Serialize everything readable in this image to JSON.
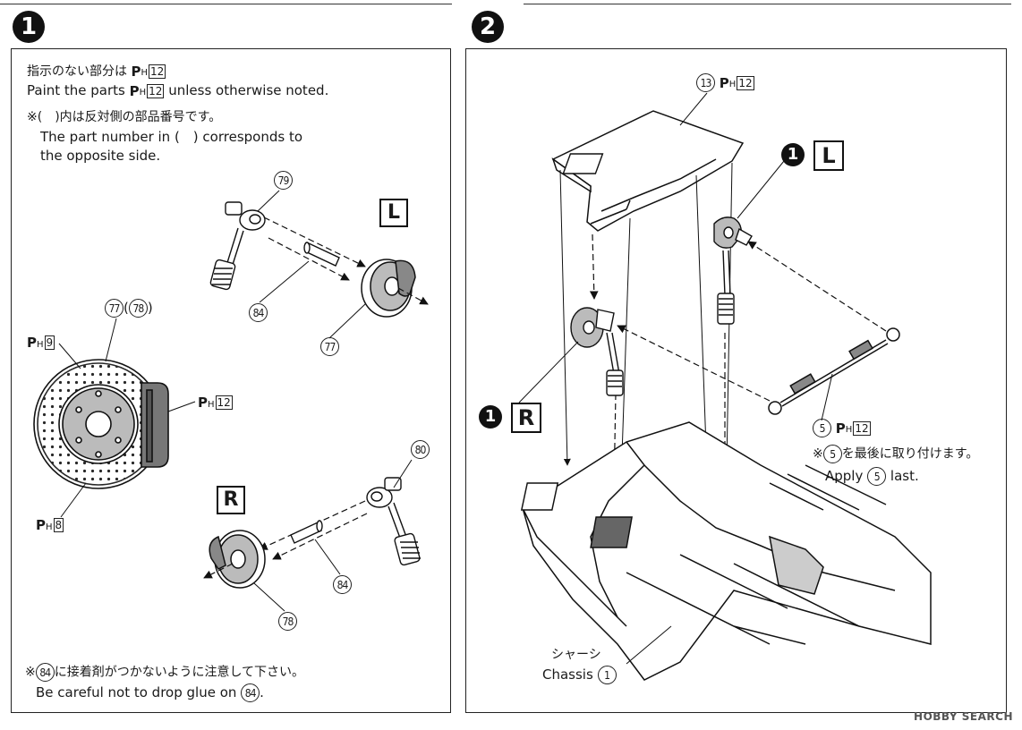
{
  "steps": {
    "step1": {
      "number": "1"
    },
    "step2": {
      "number": "2"
    }
  },
  "step1_panel": {
    "paint_note_jp": "指示のない部分は",
    "paint_note_en_a": "Paint the parts",
    "paint_note_en_b": "unless otherwise noted.",
    "default_paint": {
      "p": "P",
      "h": "H",
      "code": "12"
    },
    "opposite_note_jp": "※(　)内は反対側の部品番号です。",
    "opposite_note_en_1": "The part number in (　) corresponds to",
    "opposite_note_en_2": "the opposite side.",
    "left_tag": "L",
    "right_tag": "R",
    "parts": {
      "p79": "79",
      "p84a": "84",
      "p77a": "77",
      "p77": "77",
      "p78": "78",
      "p80": "80",
      "p84b": "84",
      "p78b": "78"
    },
    "open_paren": "(",
    "close_paren": ")",
    "disc_paint_1": {
      "p": "P",
      "h": "H",
      "code": "9"
    },
    "disc_paint_2": {
      "p": "P",
      "h": "H",
      "code": "12"
    },
    "disc_paint_3": {
      "p": "P",
      "h": "H",
      "code": "8"
    },
    "glue_note_jp_prefix": "※",
    "glue_note_jp_part": "84",
    "glue_note_jp": "に接着剤がつかないように注意して下さい。",
    "glue_note_en": "Be careful not to drop glue on",
    "glue_note_en_part": "84",
    "glue_note_en_end": "."
  },
  "step2_panel": {
    "part13": "13",
    "part13_paint": {
      "p": "P",
      "h": "H",
      "code": "12"
    },
    "left_ref": {
      "num": "1",
      "tag": "L"
    },
    "right_ref": {
      "num": "1",
      "tag": "R"
    },
    "part5": "5",
    "part5_paint": {
      "p": "P",
      "h": "H",
      "code": "12"
    },
    "apply_note_jp_prefix": "※",
    "apply_note_jp_part": "5",
    "apply_note_jp": "を最後に取り付けます。",
    "apply_note_en": "Apply",
    "apply_note_en_part": "5",
    "apply_note_en_end": "last.",
    "chassis_jp": "シャーシ",
    "chassis_en": "Chassis",
    "chassis_part": "1"
  },
  "watermark": "HOBBY SEARCH",
  "colors": {
    "ink": "#1a1a1a",
    "paper": "#ffffff",
    "grey": "#bbbbbb"
  }
}
